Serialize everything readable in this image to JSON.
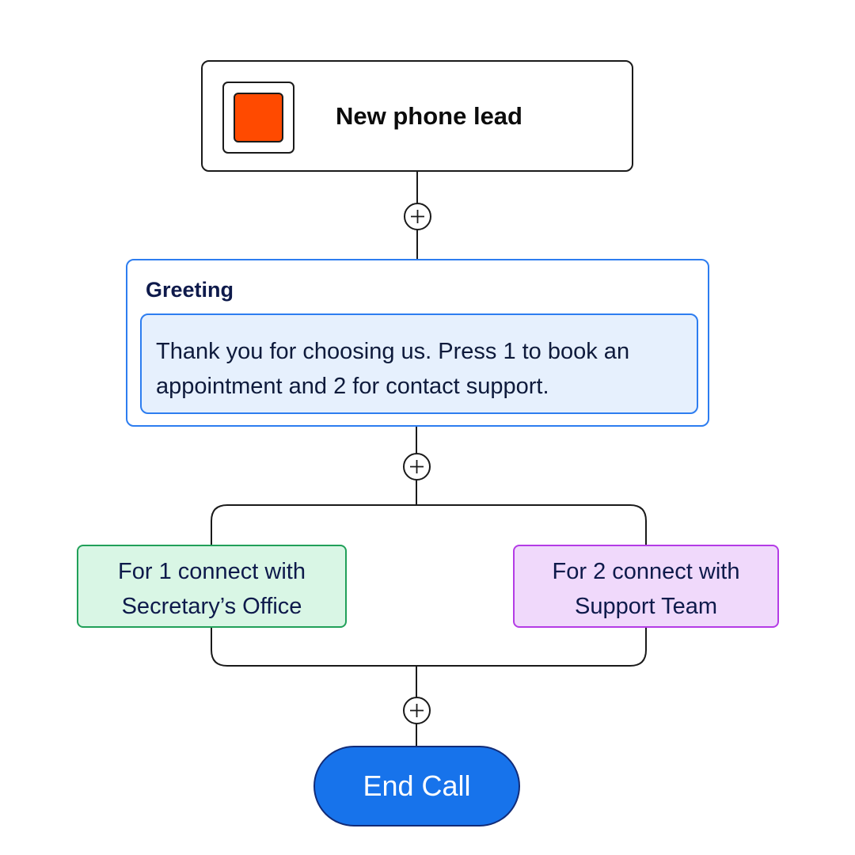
{
  "trigger": {
    "title": "New phone lead",
    "icon": "square-stop-icon",
    "icon_color": "#ff4a00"
  },
  "greeting": {
    "title": "Greeting",
    "message": "Thank you for choosing us. Press 1 to book an appointment and 2 for contact support."
  },
  "branches": [
    {
      "line1": "For 1 connect with",
      "line2": "Secretary’s Office",
      "border_color": "#21a059",
      "fill_color": "#d9f6e5"
    },
    {
      "line1": "For 2 connect with",
      "line2": "Support Team",
      "border_color": "#b43be6",
      "fill_color": "#f0d9fb"
    }
  ],
  "end": {
    "label": "End Call",
    "color": "#1773eb"
  },
  "add_step_icon": "plus-icon"
}
